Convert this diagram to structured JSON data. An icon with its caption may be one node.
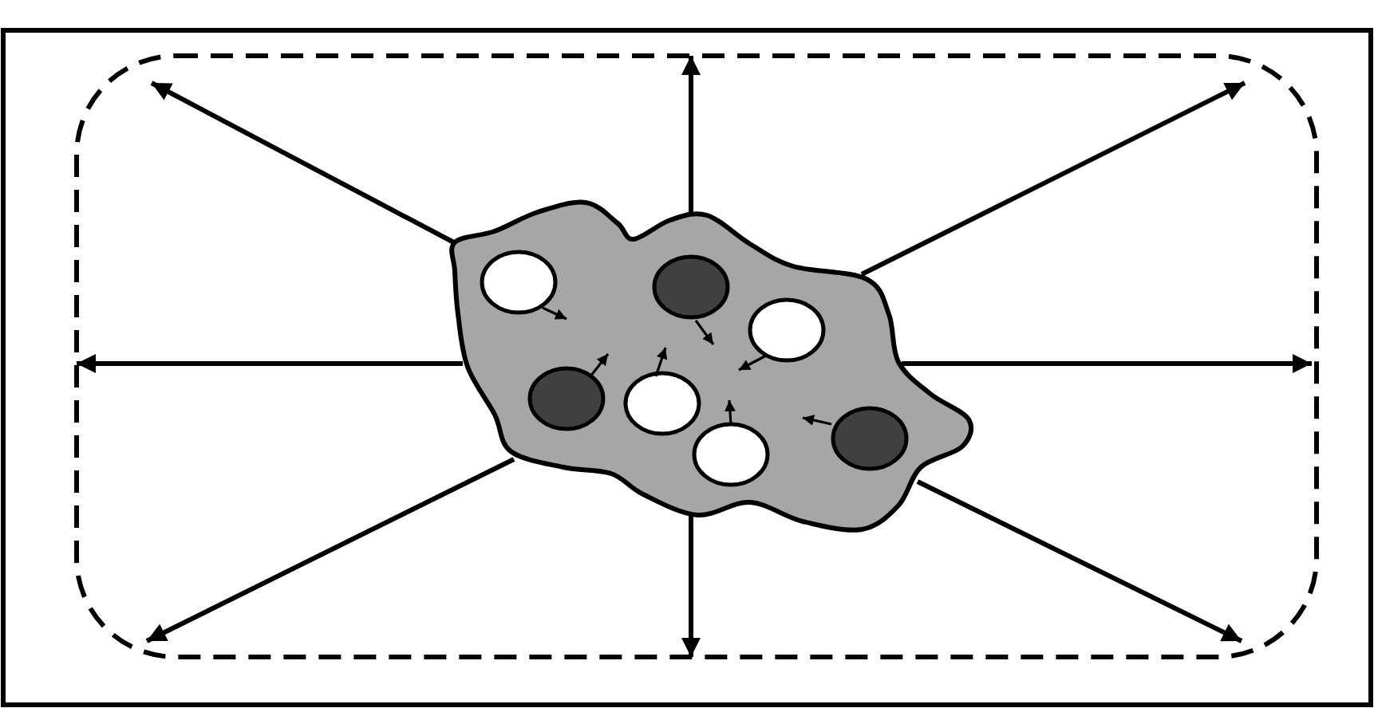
{
  "diagram": {
    "nodes": [
      {
        "text": [],
        "shape": "box"
      },
      {
        "text": [],
        "shape": "cloud",
        "in": 0
      },
      {
        "text": [],
        "shape": "circle",
        "in": 1
      },
      {
        "text": [],
        "shape": "circle",
        "in": 1
      },
      {
        "text": [],
        "shape": "circle",
        "in": 1
      },
      {
        "text": [],
        "shape": "circle",
        "in": 1
      },
      {
        "text": [],
        "shape": "circle",
        "in": 1
      },
      {
        "text": [],
        "shape": "circle",
        "in": 1
      },
      {
        "text": [],
        "shape": "circle",
        "in": 1
      }
    ],
    "edges": [
      {
        "from": 1,
        "to": 0,
        "arrow": "to"
      },
      {
        "from": 1,
        "to": 0,
        "arrow": "to"
      },
      {
        "from": 1,
        "to": 0,
        "arrow": "to"
      },
      {
        "from": 1,
        "to": 0,
        "arrow": "to"
      },
      {
        "from": 1,
        "to": 0,
        "arrow": "to"
      },
      {
        "from": 1,
        "to": 0,
        "arrow": "to"
      },
      {
        "from": 1,
        "to": 0,
        "arrow": "to"
      },
      {
        "from": 1,
        "to": 0,
        "arrow": "to"
      },
      {
        "from": 2,
        "to": null,
        "arrow": "to"
      },
      {
        "from": 3,
        "to": null,
        "arrow": "to"
      },
      {
        "from": 4,
        "to": null,
        "arrow": "to"
      },
      {
        "from": 5,
        "to": null,
        "arrow": "to"
      },
      {
        "from": 6,
        "to": null,
        "arrow": "to"
      },
      {
        "from": 7,
        "to": null,
        "arrow": "to"
      },
      {
        "from": 8,
        "to": null,
        "arrow": "to"
      }
    ]
  }
}
